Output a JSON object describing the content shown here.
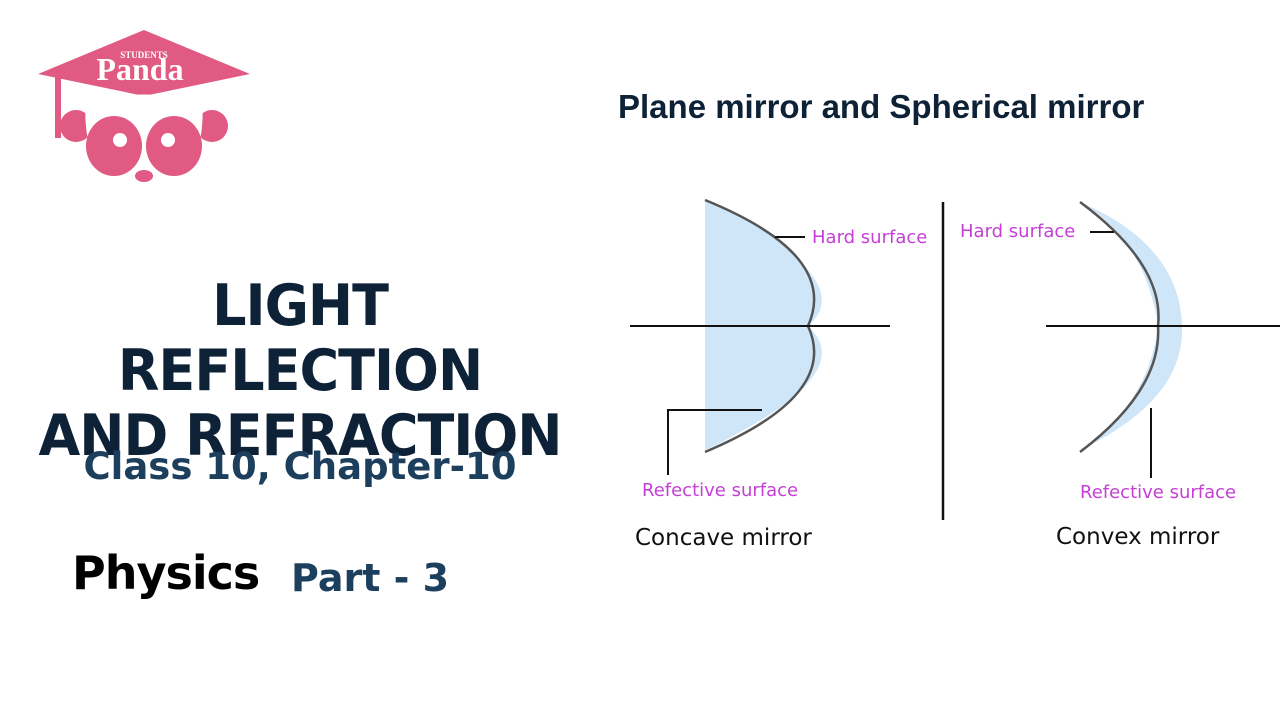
{
  "logo": {
    "top_small": "STUDENTS",
    "brand": "Panda",
    "color": "#e05a84"
  },
  "main_title": {
    "line1": "LIGHT REFLECTION",
    "line2": "AND REFRACTION"
  },
  "class_line": "Class 10,  Chapter-10",
  "subject": "Physics",
  "part": "Part - 3",
  "diagram": {
    "title": "Plane mirror and Spherical mirror",
    "concave": {
      "hard_label": "Hard surface",
      "reflective_label": "Refective surface",
      "caption": "Concave mirror"
    },
    "convex": {
      "hard_label": "Hard surface",
      "reflective_label": "Refective surface",
      "caption": "Convex mirror"
    },
    "colors": {
      "label": "#c53fd6",
      "lens_fill": "#cfe6f8",
      "line": "#333333"
    }
  }
}
